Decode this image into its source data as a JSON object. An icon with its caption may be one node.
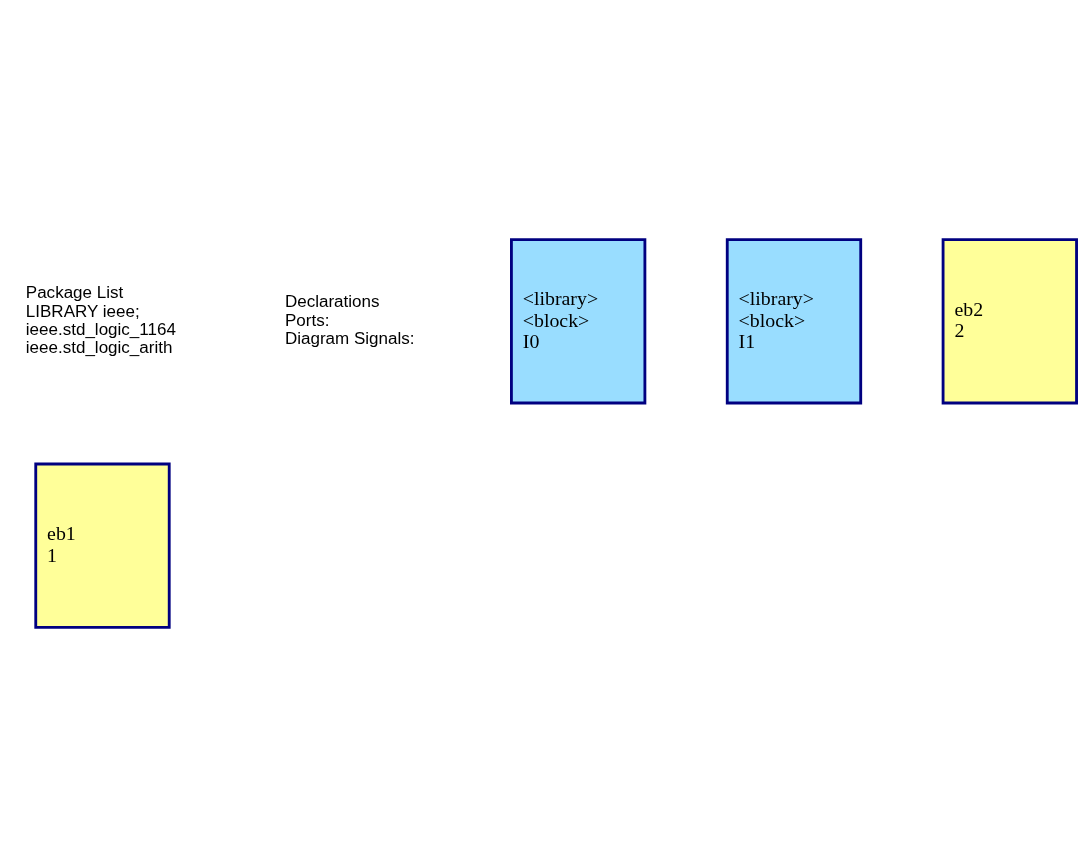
{
  "diagram": {
    "nodes": [
      {
        "text": [
          "eb1",
          "1"
        ]
      },
      {
        "text": [
          "<library>",
          "<block>",
          "I0"
        ]
      },
      {
        "text": [
          "<library>",
          "<block>",
          "I1"
        ]
      },
      {
        "text": [
          "eb2",
          "2"
        ]
      }
    ],
    "edges": [],
    "labels": [
      "Package List",
      "LIBRARY ieee;",
      "ieee.std_logic_1164",
      "ieee.std_logic_arith",
      "Declarations",
      "Ports:",
      "Diagram Signals:"
    ]
  }
}
